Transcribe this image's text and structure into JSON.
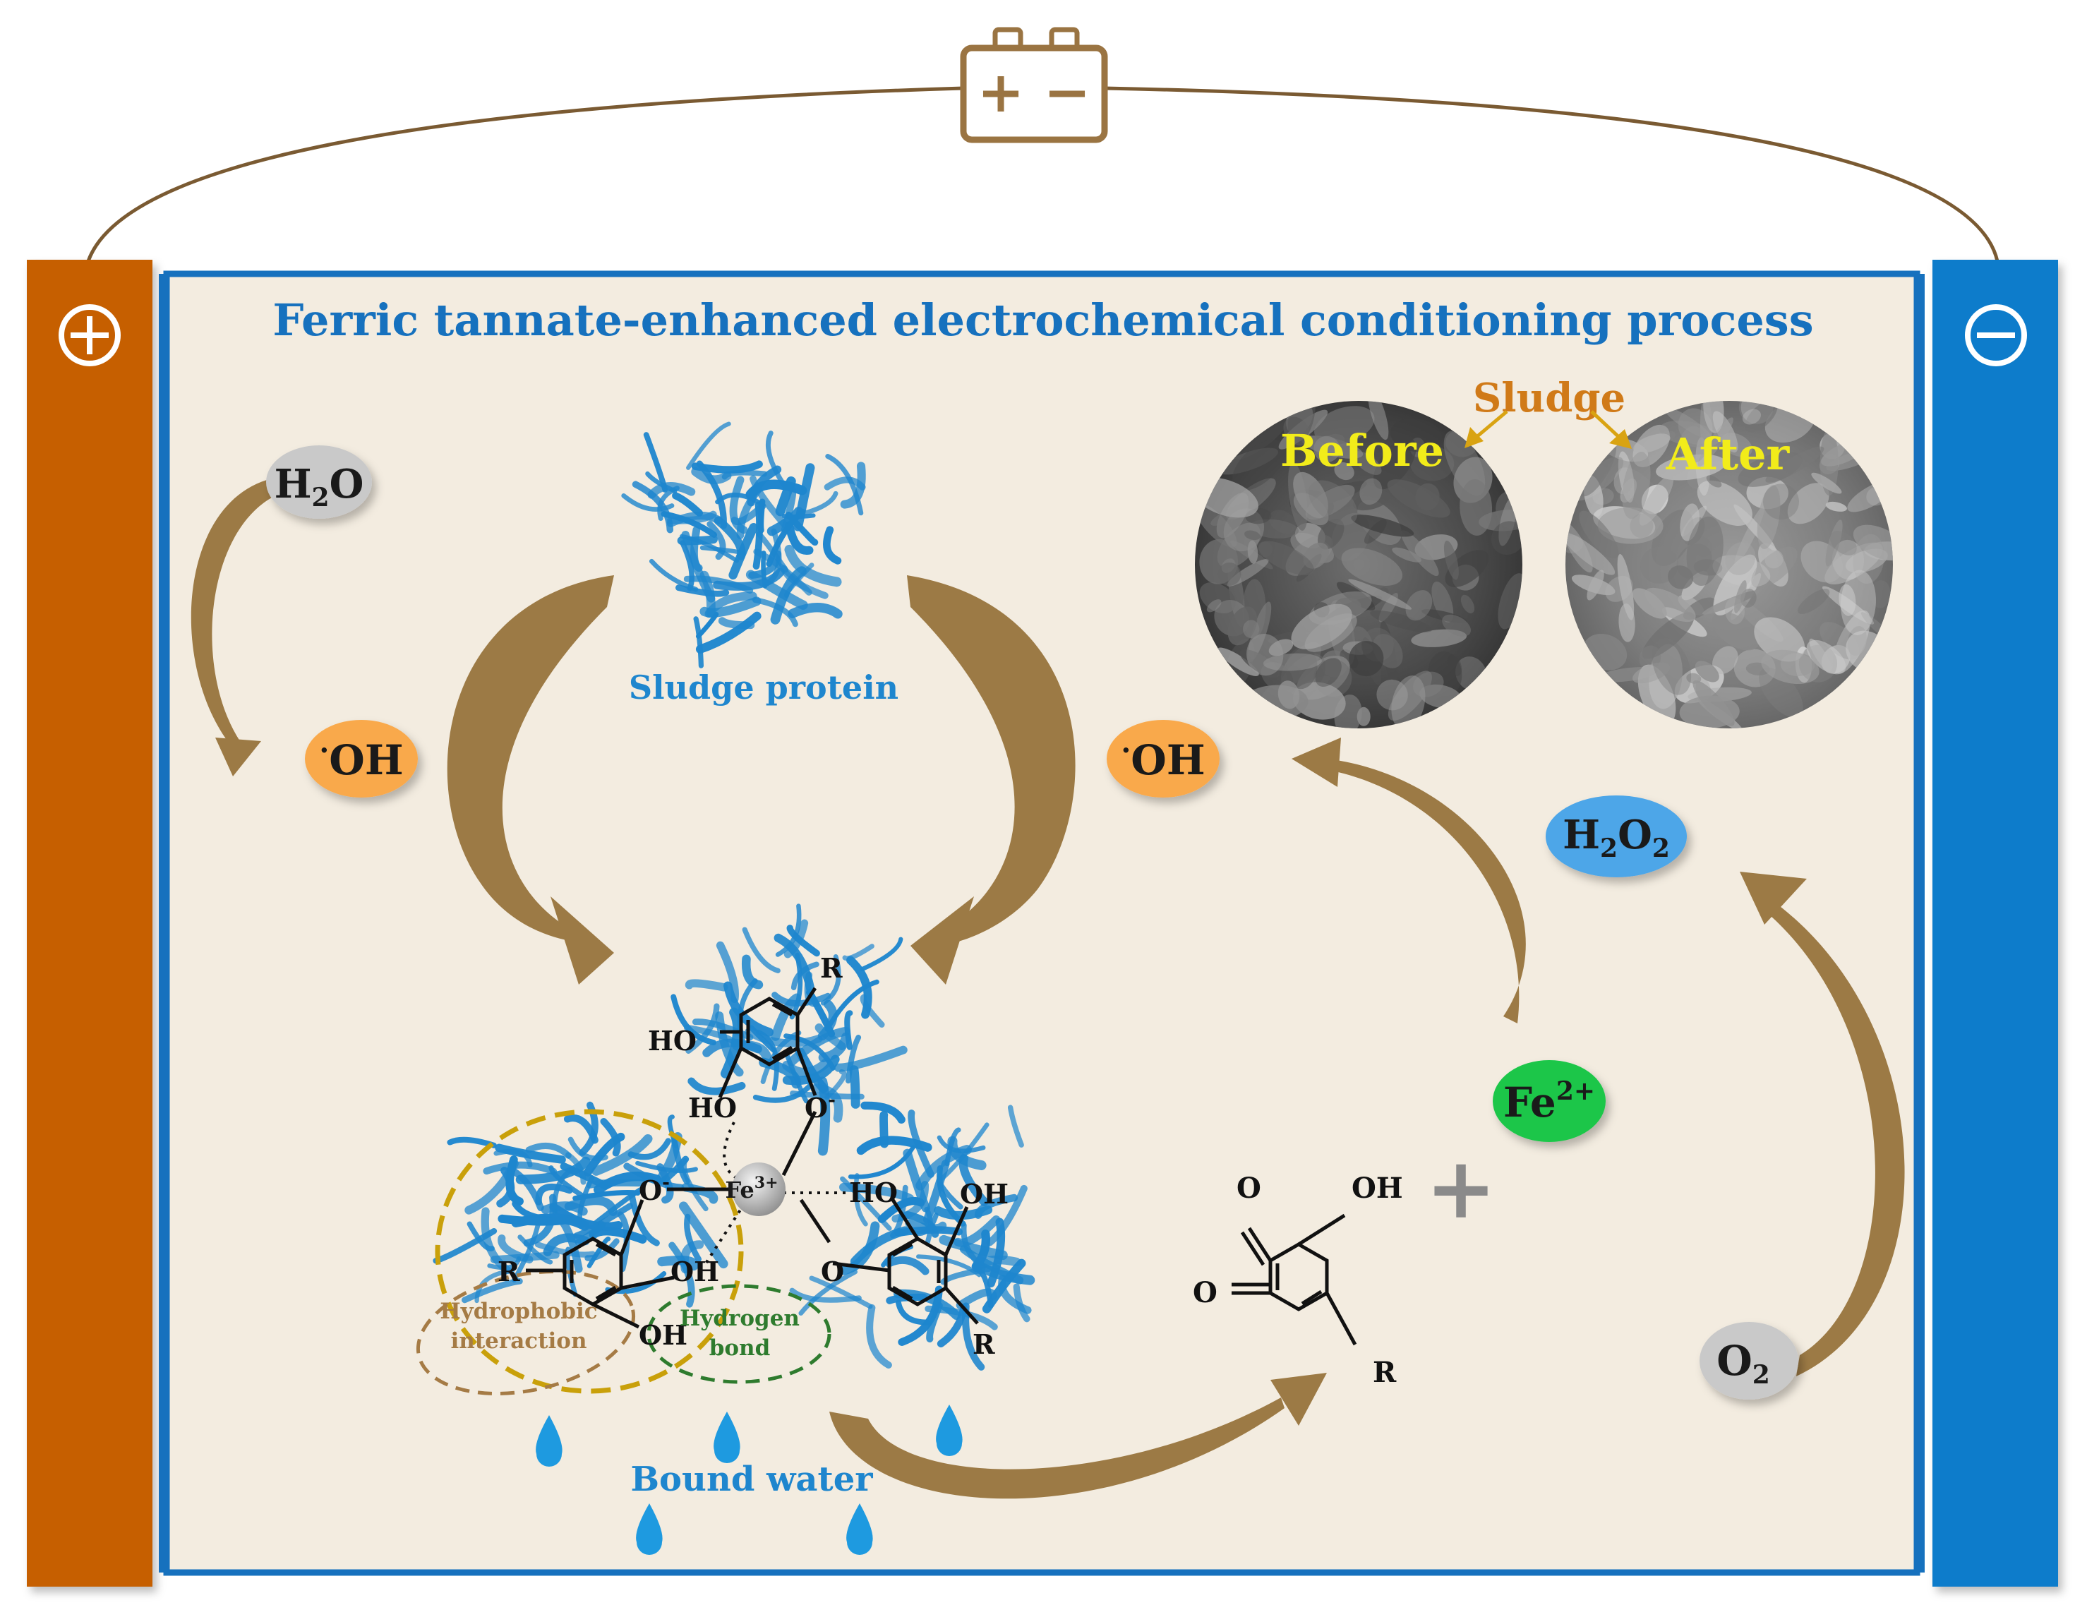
{
  "title": "Ferric tannate-enhanced electrochemical conditioning process",
  "battery": {
    "plus": "+",
    "minus": "−"
  },
  "anode_symbol": "⊕",
  "cathode_symbol": "⊖",
  "molecules": {
    "h2o": {
      "main": "H",
      "sub": "2",
      "tail": "O"
    },
    "oh_left": {
      "dot": "·",
      "main": "OH"
    },
    "oh_right": {
      "dot": "·",
      "main": "OH"
    },
    "h2o2": {
      "main": "H",
      "sub1": "2",
      "mid": "O",
      "sub2": "2"
    },
    "fe2": {
      "main": "Fe",
      "sup": "2+"
    },
    "o2": {
      "main": "O",
      "sub": "2"
    }
  },
  "labels": {
    "sludge_protein": "Sludge protein",
    "sludge": "Sludge",
    "before": "Before",
    "after": "After",
    "bound_water": "Bound water",
    "hydrophobic_1": "Hydrophobic",
    "hydrophobic_2": "interaction",
    "hydrogen_1": "Hydrogen",
    "hydrogen_2": "bond"
  },
  "complex": {
    "fe3_main": "Fe",
    "fe3_sup": "3+",
    "r_top": "R",
    "ho_top": "HO",
    "ho_mid": "HO",
    "o_top": "O",
    "o_top_sup": "-",
    "o_left": "O",
    "o_left_sup": "-",
    "ho_right": "HO",
    "oh_right": "OH",
    "r_left": "R",
    "oh_left": "OH",
    "oh_bottom": "OH",
    "o_bottom": "O",
    "r_right": "R"
  },
  "quinone": {
    "o1": "O",
    "oh": "OH",
    "o2": "O",
    "r": "R"
  },
  "plus_sign": "+",
  "colors": {
    "anode": "#C65F05",
    "cathode": "#0A7CCB",
    "panel": "#F3ECE0",
    "title": "#1671BE",
    "arrow": "#9C7A45",
    "oh_bubble": "#F9A94C",
    "h2o_bubble": "#C9C9C9",
    "h2o2_bubble": "#4EA6E8",
    "fe2_bubble": "#1EC64A",
    "protein": "#1E86CE",
    "yellow_text": "#F2EC1A",
    "sludge_text": "#D07A18"
  }
}
